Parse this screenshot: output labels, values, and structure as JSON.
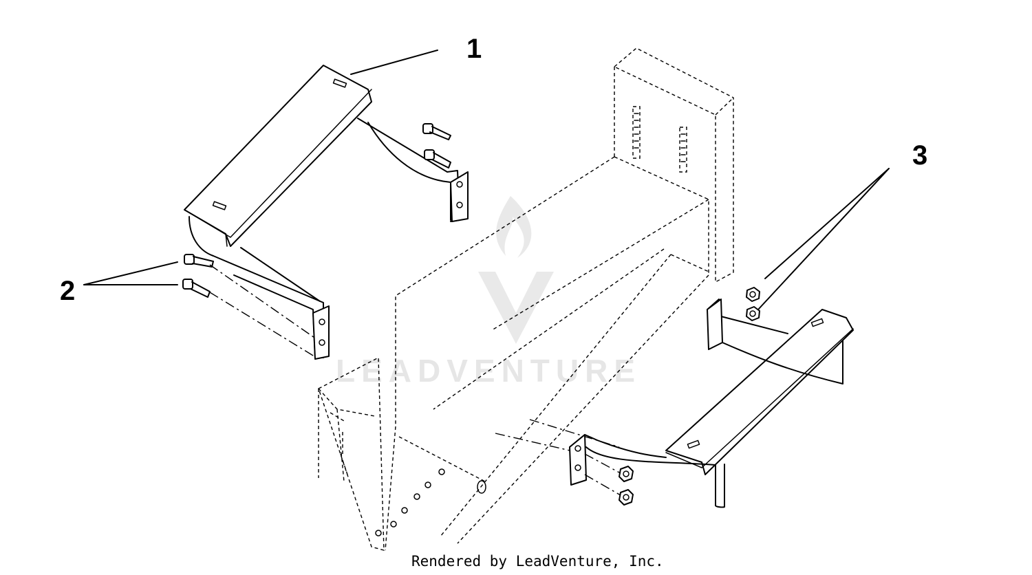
{
  "callouts": [
    {
      "label": "1"
    },
    {
      "label": "2"
    },
    {
      "label": "3"
    }
  ],
  "watermark": "LEADVENTURE",
  "caption": "Rendered by LeadVenture, Inc."
}
